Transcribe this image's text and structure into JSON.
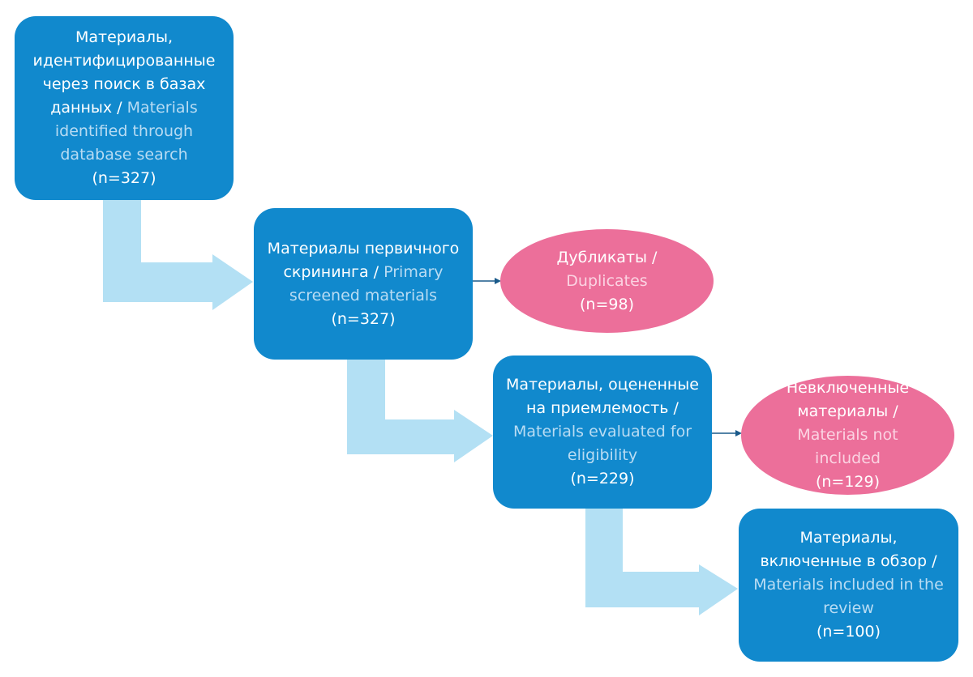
{
  "colors": {
    "box_fill": "#1189cd",
    "ellipse_fill": "#ec6f9a",
    "flow_arrow": "#b3e0f4",
    "connector": "#1a5a8a",
    "english_text_box": "#b9dcf3",
    "english_text_ellipse": "#fbd3e2"
  },
  "nodes": {
    "identified": {
      "ru": "Материалы, идентифицированные через поиск в базах данных /",
      "en": "Materials identified through database search",
      "n": "(n=327)"
    },
    "screened": {
      "ru": "Материалы первичного скрининга /",
      "en": "Primary screened materials",
      "n": "(n=327)"
    },
    "duplicates": {
      "ru": "Дубликаты /",
      "en": "Duplicates",
      "n": "(n=98)"
    },
    "eligibility": {
      "ru": "Материалы, оцененные на приемлемость /",
      "en": "Materials evaluated for eligibility",
      "n": "(n=229)"
    },
    "excluded": {
      "ru": "Невключенные материалы /",
      "en": "Materials not included",
      "n": "(n=129)"
    },
    "included": {
      "ru": "Материалы, включенные в обзор /",
      "en": "Materials included in the review",
      "n": "(n=100)"
    }
  }
}
